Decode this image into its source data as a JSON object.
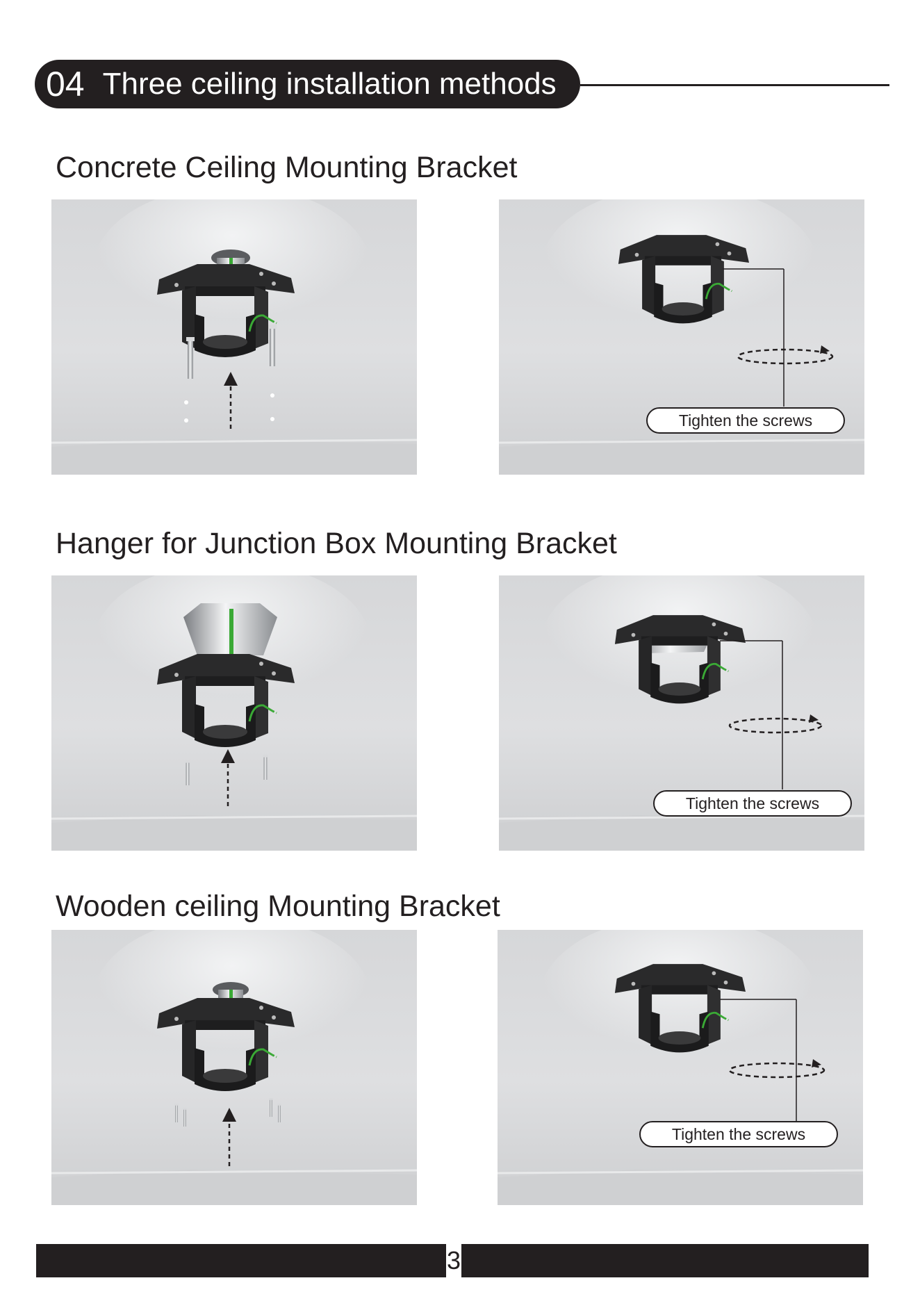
{
  "header": {
    "number": "04",
    "title": "Three ceiling installation methods"
  },
  "sections": [
    {
      "title": "Concrete Ceiling Mounting Bracket",
      "callout": "Tighten the screws"
    },
    {
      "title": "Hanger for Junction Box Mounting Bracket",
      "callout": "Tighten the screws"
    },
    {
      "title": "Wooden ceiling Mounting Bracket",
      "callout": "Tighten the screws"
    }
  ],
  "footer": {
    "page": "3"
  },
  "colors": {
    "dark": "#231f20",
    "accent_green": "#3aa935",
    "ceiling": "#d9dadc"
  },
  "icons": [
    "up-arrow-icon",
    "rotation-arrow-icon",
    "bracket-illustration",
    "screw-icon"
  ]
}
